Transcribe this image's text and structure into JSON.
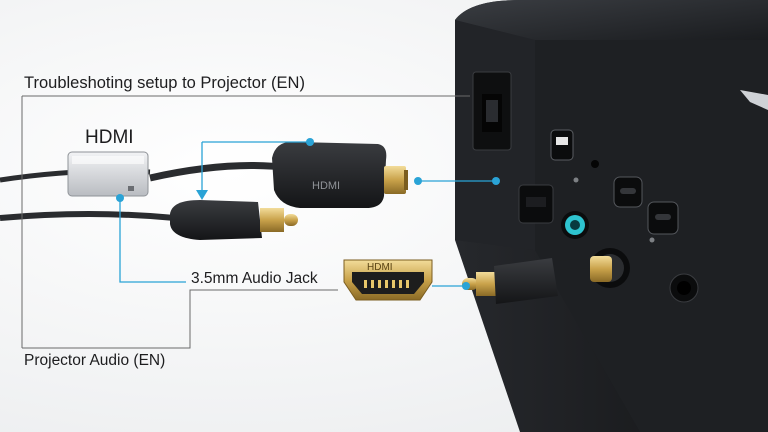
{
  "labels": {
    "title": "Troubleshoting setup to Projector (EN)",
    "hdmi": "HDMI",
    "audio_jack": "3.5mm Audio Jack",
    "projector_audio": "Projector Audio (EN)"
  },
  "plug_text": {
    "hdmi_black": "HDMI",
    "hdmi_gold": "HDMI"
  },
  "colors": {
    "callout": "#2aa3d6",
    "leader": "#6a6a6a",
    "device": "#1b1d20",
    "gold": "#c9a24a"
  }
}
